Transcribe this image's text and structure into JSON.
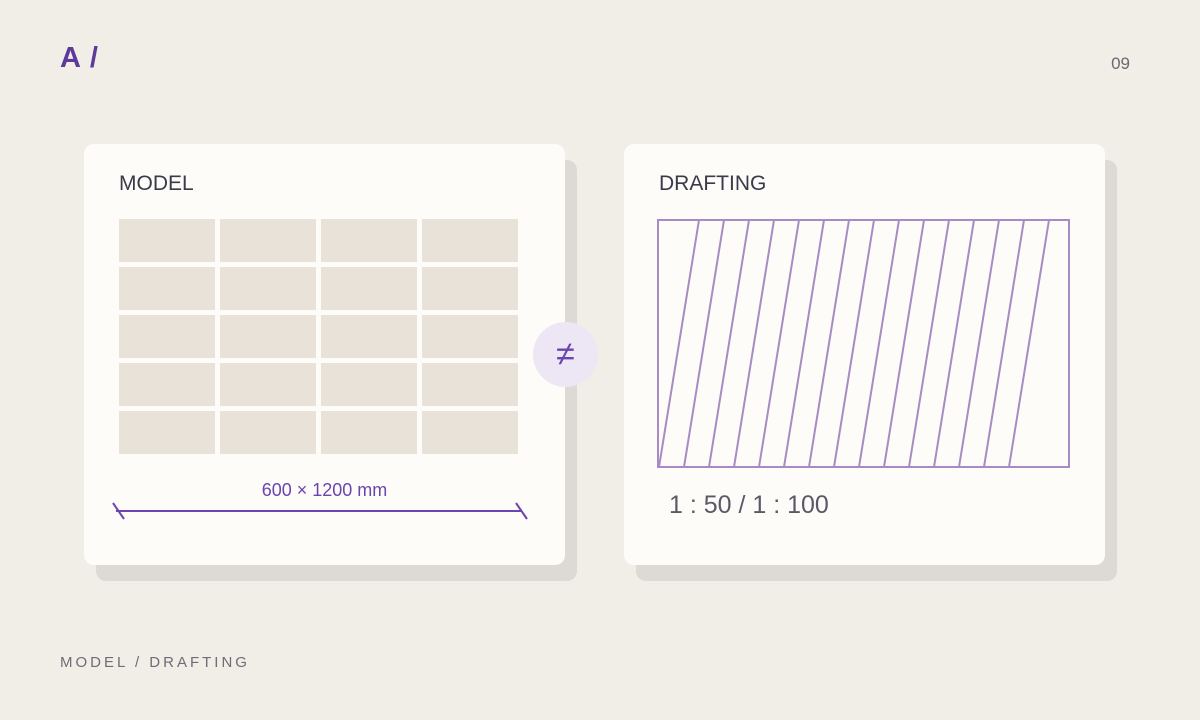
{
  "header": {
    "logo": "A /",
    "page_number": "09"
  },
  "model_card": {
    "title": "MODEL",
    "tile_rows": 5,
    "tile_cols": 4,
    "dimension_label": "600 × 1200 mm"
  },
  "comparison": {
    "symbol": "≠"
  },
  "drafting_card": {
    "title": "DRAFTING",
    "scale_label": "1 : 50 / 1 : 100"
  },
  "footer": {
    "caption": "MODEL / DRAFTING"
  },
  "colors": {
    "background": "#f1eee8",
    "accent": "#6a45b0",
    "tile": "#e9e2d8",
    "hatch": "#a88bc4",
    "card": "#fdfcf9"
  }
}
